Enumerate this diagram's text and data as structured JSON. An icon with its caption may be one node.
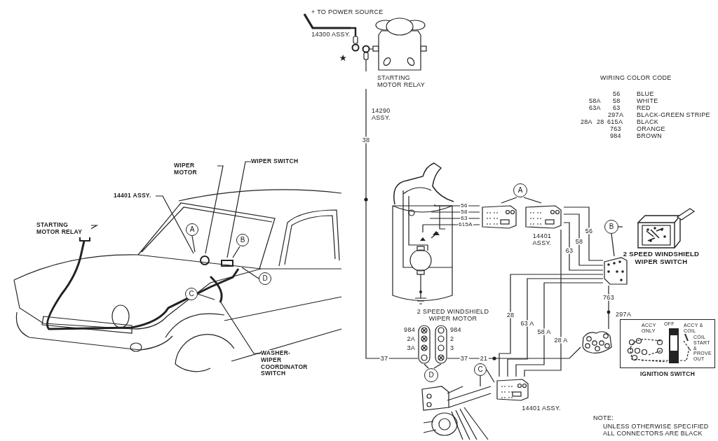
{
  "diagram": {
    "nodes": [
      {
        "text": [
          "STARTING MOTOR RELAY"
        ]
      },
      {
        "text": [],
        "shape": "picture",
        "beside": [
          "2 SPEED WINDSHIELD WIPER MOTOR"
        ]
      },
      {
        "text": [],
        "shape": "picture"
      },
      {
        "text": [],
        "shape": "picture",
        "beside": [
          "14401 ASSY."
        ]
      },
      {
        "text": [
          "A"
        ]
      },
      {
        "text": [
          "2 SPEED WINDSHIELD WIPER SWITCH"
        ]
      },
      {
        "text": [
          "B"
        ]
      },
      {
        "text": [],
        "shape": "picture"
      },
      {
        "text": [],
        "shape": "picture"
      },
      {
        "text": [
          "OFF",
          "ACCY ONLY",
          "ACCY & COIL",
          "COIL START & PROVE OUT",
          "IGNITION SWITCH"
        ]
      },
      {
        "text": [],
        "shape": "picture",
        "beside": [
          "984",
          "2A",
          "3A"
        ]
      },
      {
        "text": [],
        "shape": "picture",
        "beside": [
          "984",
          "2",
          "3"
        ]
      },
      {
        "text": [
          "D"
        ]
      },
      {
        "text": [],
        "shape": "picture"
      },
      {
        "text": [],
        "shape": "picture",
        "beside": [
          "14401 ASSY."
        ]
      },
      {
        "text": [
          "C"
        ]
      },
      {
        "text": [],
        "shape": "picture"
      },
      {
        "text": [
          "STARTING MOTOR RELAY"
        ],
        "in": 16
      },
      {
        "text": [
          "WIPER MOTOR"
        ]
      },
      {
        "text": [
          "WIPER SWITCH"
        ]
      },
      {
        "text": [
          "14401 ASSY."
        ],
        "in": 16
      },
      {
        "text": [
          "WASHER-WIPER COORDINATOR SWITCH"
        ],
        "in": 16
      },
      {
        "text": [
          "A"
        ],
        "in": 16
      },
      {
        "text": [
          "B"
        ],
        "in": 16
      },
      {
        "text": [
          "C"
        ],
        "in": 16
      },
      {
        "text": [
          "D"
        ],
        "in": 16
      }
    ],
    "edges": [
      {
        "from": null,
        "to": 0,
        "arrow": "none",
        "label": "14300 ASSY.",
        "style": "thick"
      },
      {
        "from": 0,
        "to": 10,
        "arrow": "none",
        "label": "38"
      },
      {
        "from": 1,
        "to": 2,
        "arrow": "none",
        "label": "56"
      },
      {
        "from": 1,
        "to": 2,
        "arrow": "none",
        "label": "58"
      },
      {
        "from": 1,
        "to": 2,
        "arrow": "none",
        "label": "63"
      },
      {
        "from": 1,
        "to": 2,
        "arrow": "none",
        "label": "615A"
      },
      {
        "from": 4,
        "to": 2,
        "arrow": "none"
      },
      {
        "from": 4,
        "to": 3,
        "arrow": "none"
      },
      {
        "from": 3,
        "to": 7,
        "arrow": "none",
        "label": "56"
      },
      {
        "from": 3,
        "to": 7,
        "arrow": "none",
        "label": "58"
      },
      {
        "from": 3,
        "to": 7,
        "arrow": "none",
        "label": "63"
      },
      {
        "from": 7,
        "to": 14,
        "arrow": "none",
        "label": "28"
      },
      {
        "from": 7,
        "to": 14,
        "arrow": "none",
        "label": "63 A"
      },
      {
        "from": 7,
        "to": 14,
        "arrow": "none",
        "label": "58 A"
      },
      {
        "from": 3,
        "to": 14,
        "arrow": "none",
        "label": "28 A"
      },
      {
        "from": 7,
        "to": 8,
        "arrow": "none",
        "label": "763"
      },
      {
        "from": 11,
        "to": 8,
        "arrow": "none",
        "label": "21"
      },
      {
        "from": 6,
        "to": 7,
        "arrow": "none"
      },
      {
        "from": 6,
        "to": 5,
        "arrow": "none"
      },
      {
        "from": 12,
        "to": 10,
        "arrow": "none"
      },
      {
        "from": 12,
        "to": 11,
        "arrow": "none"
      },
      {
        "from": 15,
        "to": 13,
        "arrow": "none"
      },
      {
        "from": 15,
        "to": 14,
        "arrow": "none"
      },
      {
        "from": 17,
        "to": 16,
        "arrow": "none"
      },
      {
        "from": 18,
        "to": 16,
        "arrow": "none"
      },
      {
        "from": 19,
        "to": 16,
        "arrow": "none"
      },
      {
        "from": 20,
        "to": 16,
        "arrow": "none"
      },
      {
        "from": 21,
        "to": 16,
        "arrow": "none"
      },
      {
        "from": 22,
        "to": 16,
        "arrow": "none"
      },
      {
        "from": 23,
        "to": 16,
        "arrow": "none"
      },
      {
        "from": 24,
        "to": 16,
        "arrow": "none"
      },
      {
        "from": 25,
        "to": 16,
        "arrow": "none"
      }
    ],
    "labels": [
      "+ TO POWER SOURCE",
      "14290 ASSY.",
      "WIRING COLOR CODE",
      "56",
      "BLUE",
      "58A",
      "58",
      "WHITE",
      "63A",
      "63",
      "RED",
      "297A",
      "BLACK-GREEN STRIPE",
      "28A",
      "28",
      "615A",
      "BLACK",
      "763",
      "ORANGE",
      "984",
      "BROWN",
      "37",
      "37",
      "297A",
      "NOTE:",
      "UNLESS OTHERWISE SPECIFIED ALL CONNECTORS ARE BLACK"
    ]
  }
}
